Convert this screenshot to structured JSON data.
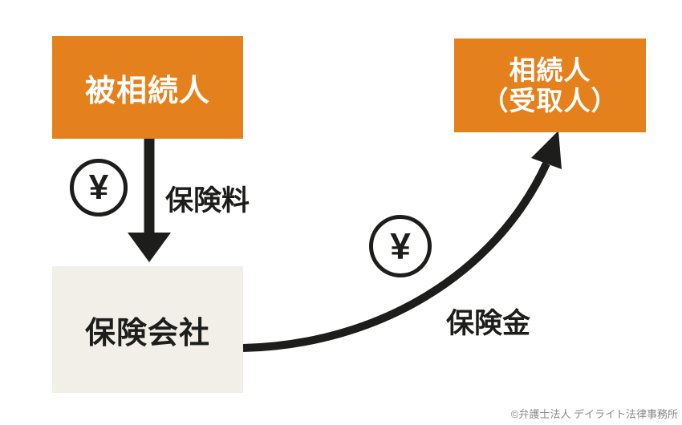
{
  "nodes": {
    "decedent": {
      "label": "被相続人"
    },
    "heir": {
      "line1": "相続人",
      "line2": "（受取人）"
    },
    "insurer": {
      "label": "保険会社"
    }
  },
  "edges": {
    "premium": {
      "label": "保険料",
      "icon": "¥",
      "direction": "decedent-to-insurer"
    },
    "payout": {
      "label": "保険金",
      "icon": "¥",
      "direction": "insurer-to-heir"
    }
  },
  "colors": {
    "accent_orange": "#E5811C",
    "box_beige": "#F1EFE8",
    "ink": "#1D1D1B",
    "copyright_gray": "#8A8A8A"
  },
  "footer": {
    "copyright": "©弁護士法人 デイライト法律事務所"
  }
}
